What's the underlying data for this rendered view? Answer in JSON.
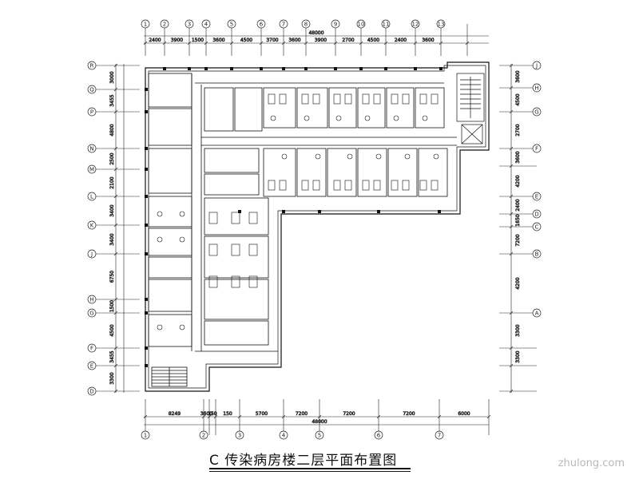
{
  "title": "C 传染病房楼二层平面布置图",
  "watermark": "zhulong.com",
  "top_overall_dim": "48000",
  "top_dims": [
    "2400",
    "3900",
    "1500",
    "3600",
    "4500",
    "3700",
    "3600",
    "3900",
    "2700",
    "4500",
    "2400",
    "3600"
  ],
  "bottom_overall_dim": "48000",
  "bottom_dims": [
    "8249",
    "3600",
    "150",
    "150",
    "5700",
    "7200",
    "7200",
    "7200",
    "6000"
  ],
  "left_overall_dim": "",
  "left_dims": [
    "3000",
    "3455",
    "4800",
    "2500",
    "2100",
    "3400",
    "3400",
    "6750",
    "1500",
    "4500",
    "3455",
    "3300"
  ],
  "right_dims": [
    "3600",
    "4500",
    "2700",
    "3600",
    "4200",
    "2400",
    "1650",
    "7200",
    "4200",
    "3300",
    "3300"
  ],
  "top_axes": [
    "1",
    "2",
    "3",
    "4",
    "5",
    "6",
    "7",
    "8",
    "9",
    "10",
    "11",
    "12",
    "13"
  ],
  "bottom_axes": [
    "1",
    "2",
    "3",
    "4",
    "5",
    "6",
    "7"
  ],
  "left_axes": [
    "R",
    "Q",
    "P",
    "N",
    "M",
    "L",
    "K",
    "J",
    "H",
    "G",
    "F",
    "E",
    "D"
  ],
  "right_axes": [
    "J",
    "H",
    "G",
    "F",
    "E",
    "D",
    "C",
    "B",
    "A"
  ]
}
